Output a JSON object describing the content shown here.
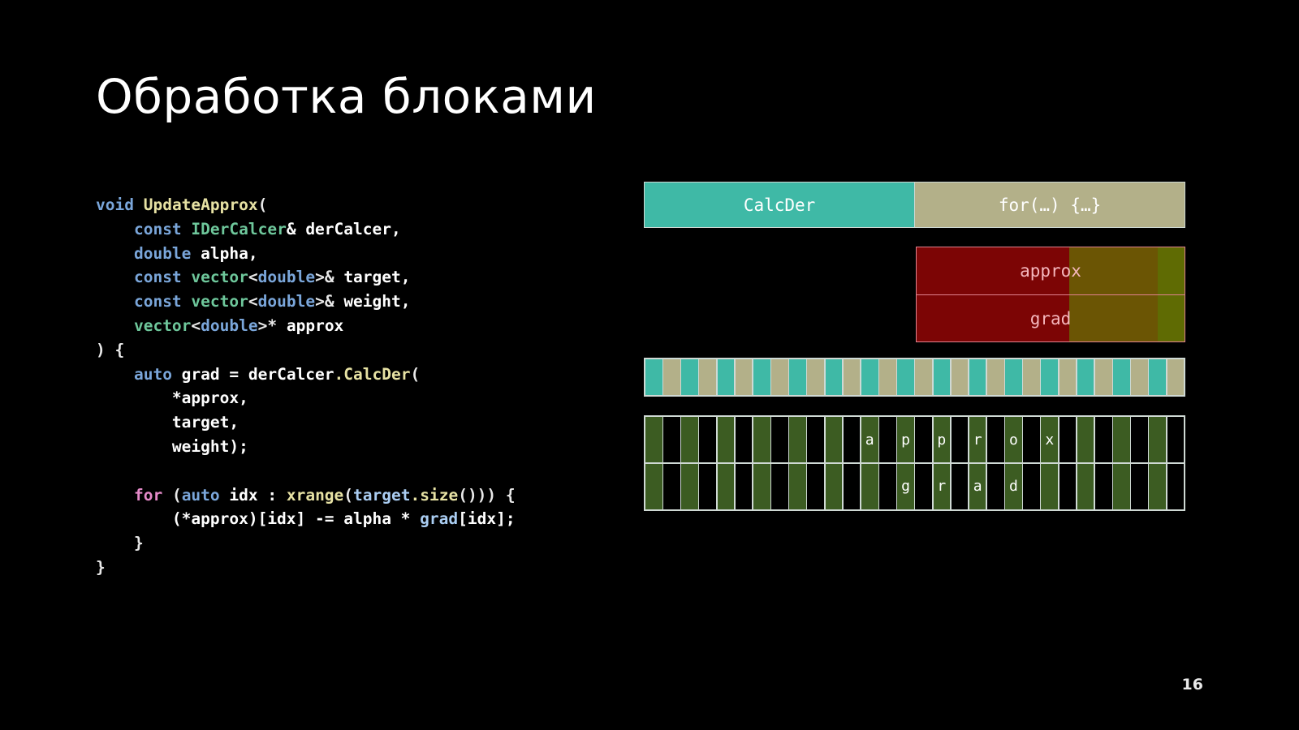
{
  "slide": {
    "title": "Обработка блоками",
    "page_number": "16",
    "background_color": "#000000"
  },
  "code": {
    "language": "cpp",
    "lines": [
      [
        {
          "t": "void",
          "c": "kw"
        },
        {
          "t": " ",
          "c": "plain"
        },
        {
          "t": "UpdateApprox",
          "c": "fn"
        },
        {
          "t": "(",
          "c": "punct"
        }
      ],
      [
        {
          "t": "    ",
          "c": "plain"
        },
        {
          "t": "const",
          "c": "kw"
        },
        {
          "t": " ",
          "c": "plain"
        },
        {
          "t": "IDerCalcer",
          "c": "type"
        },
        {
          "t": "& ",
          "c": "plain"
        },
        {
          "t": "derCalcer,",
          "c": "plain"
        }
      ],
      [
        {
          "t": "    ",
          "c": "plain"
        },
        {
          "t": "double",
          "c": "kw"
        },
        {
          "t": " ",
          "c": "plain"
        },
        {
          "t": "alpha,",
          "c": "plain"
        }
      ],
      [
        {
          "t": "    ",
          "c": "plain"
        },
        {
          "t": "const",
          "c": "kw"
        },
        {
          "t": " ",
          "c": "plain"
        },
        {
          "t": "vector",
          "c": "type"
        },
        {
          "t": "<",
          "c": "punct"
        },
        {
          "t": "double",
          "c": "kw"
        },
        {
          "t": ">& ",
          "c": "punct"
        },
        {
          "t": "target,",
          "c": "plain"
        }
      ],
      [
        {
          "t": "    ",
          "c": "plain"
        },
        {
          "t": "const",
          "c": "kw"
        },
        {
          "t": " ",
          "c": "plain"
        },
        {
          "t": "vector",
          "c": "type"
        },
        {
          "t": "<",
          "c": "punct"
        },
        {
          "t": "double",
          "c": "kw"
        },
        {
          "t": ">& ",
          "c": "punct"
        },
        {
          "t": "weight,",
          "c": "plain"
        }
      ],
      [
        {
          "t": "    ",
          "c": "plain"
        },
        {
          "t": "vector",
          "c": "type"
        },
        {
          "t": "<",
          "c": "punct"
        },
        {
          "t": "double",
          "c": "kw"
        },
        {
          "t": ">* ",
          "c": "punct"
        },
        {
          "t": "approx",
          "c": "plain"
        }
      ],
      [
        {
          "t": ") {",
          "c": "punct"
        }
      ],
      [
        {
          "t": "    ",
          "c": "plain"
        },
        {
          "t": "auto",
          "c": "kw"
        },
        {
          "t": " grad = derCalcer",
          "c": "plain"
        },
        {
          "t": ".CalcDer",
          "c": "fn"
        },
        {
          "t": "(",
          "c": "punct"
        }
      ],
      [
        {
          "t": "        *approx,",
          "c": "plain"
        }
      ],
      [
        {
          "t": "        target,",
          "c": "plain"
        }
      ],
      [
        {
          "t": "        weight);",
          "c": "plain"
        }
      ],
      [
        {
          "t": "",
          "c": "plain"
        }
      ],
      [
        {
          "t": "    ",
          "c": "plain"
        },
        {
          "t": "for",
          "c": "ctrl"
        },
        {
          "t": " (",
          "c": "punct"
        },
        {
          "t": "auto",
          "c": "kw"
        },
        {
          "t": " idx : ",
          "c": "plain"
        },
        {
          "t": "xrange",
          "c": "fn"
        },
        {
          "t": "(",
          "c": "punct"
        },
        {
          "t": "target",
          "c": "var"
        },
        {
          "t": ".size",
          "c": "fn"
        },
        {
          "t": "())) {",
          "c": "punct"
        }
      ],
      [
        {
          "t": "        (*approx)[idx] -= alpha * ",
          "c": "plain"
        },
        {
          "t": "grad",
          "c": "var"
        },
        {
          "t": "[idx];",
          "c": "plain"
        }
      ],
      [
        {
          "t": "    }",
          "c": "punct"
        }
      ],
      [
        {
          "t": "}",
          "c": "punct"
        }
      ]
    ]
  },
  "diagram": {
    "timeline_bar": {
      "segments": [
        {
          "label": "CalcDer",
          "color": "#3fb9a6"
        },
        {
          "label": "for(…) {…}",
          "color": "#b3b089"
        }
      ]
    },
    "memory_block": {
      "rows": [
        {
          "label": "approx",
          "segments": [
            {
              "color": "#7c0505",
              "width_pct": 57
            },
            {
              "color": "#6b5504",
              "width_pct": 33
            },
            {
              "color": "#5f6b03",
              "width_pct": 10
            }
          ]
        },
        {
          "label": "grad",
          "segments": [
            {
              "color": "#7c0505",
              "width_pct": 57
            },
            {
              "color": "#6b5504",
              "width_pct": 33
            },
            {
              "color": "#5f6b03",
              "width_pct": 10
            }
          ]
        }
      ],
      "border_color": "#e0828f",
      "label_color": "#f5b7bd"
    },
    "stripe_bar": {
      "count": 30,
      "colors": [
        "#3fb9a6",
        "#b3b089"
      ]
    },
    "cell_grid": {
      "columns": 30,
      "cell_colors": [
        "#000000",
        "#3c5c22"
      ],
      "rows": [
        {
          "name": "approx",
          "letters": [
            {
              "index": 12,
              "char": "a"
            },
            {
              "index": 14,
              "char": "p"
            },
            {
              "index": 16,
              "char": "p"
            },
            {
              "index": 18,
              "char": "r"
            },
            {
              "index": 20,
              "char": "o"
            },
            {
              "index": 22,
              "char": "x"
            }
          ]
        },
        {
          "name": "grad",
          "letters": [
            {
              "index": 14,
              "char": "g"
            },
            {
              "index": 16,
              "char": "r"
            },
            {
              "index": 18,
              "char": "a"
            },
            {
              "index": 20,
              "char": "d"
            }
          ]
        }
      ]
    }
  }
}
